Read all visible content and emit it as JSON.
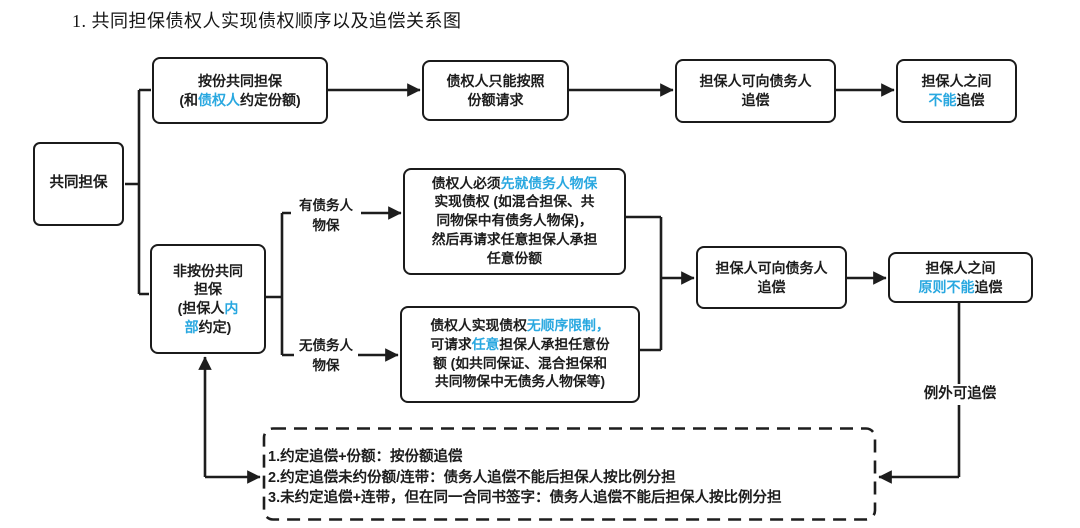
{
  "title": "1. 共同担保债权人实现债权顺序以及追偿关系图",
  "colors": {
    "accent": "#29a8e0",
    "ink": "#1c1c1c",
    "line": "#1d1d1d"
  },
  "nodes": {
    "root": {
      "lines": [
        [
          {
            "t": "共同担保"
          }
        ]
      ]
    },
    "by_share": {
      "lines": [
        [
          {
            "t": "按份共同担保"
          }
        ],
        [
          {
            "t": "(和"
          },
          {
            "t": "债权人",
            "b": 1
          },
          {
            "t": "约定份额)"
          }
        ]
      ]
    },
    "share_request": {
      "lines": [
        [
          {
            "t": "债权人只能按照"
          }
        ],
        [
          {
            "t": "份额请求"
          }
        ]
      ]
    },
    "recourse_debtor_1": {
      "lines": [
        [
          {
            "t": "担保人可向债务人"
          }
        ],
        [
          {
            "t": "追偿"
          }
        ]
      ]
    },
    "no_mutual_recourse": {
      "lines": [
        [
          {
            "t": "担保人之间"
          }
        ],
        [
          {
            "t": "不能",
            "b": 1
          },
          {
            "t": "追偿"
          }
        ]
      ]
    },
    "non_share": {
      "lines": [
        [
          {
            "t": "非按份共同"
          }
        ],
        [
          {
            "t": "担保"
          }
        ],
        [
          {
            "t": "(担保人"
          },
          {
            "t": "内",
            "b": 1
          }
        ],
        [
          {
            "t": "部",
            "b": 1
          },
          {
            "t": "约定)"
          }
        ]
      ]
    },
    "with_debtor_collateral": {
      "lines": [
        [
          {
            "t": "债权人必须"
          },
          {
            "t": "先就债务人物保",
            "b": 1
          }
        ],
        [
          {
            "t": "实现债权 (如混合担保、共"
          }
        ],
        [
          {
            "t": "同物保中有债务人物保)，"
          }
        ],
        [
          {
            "t": "然后再请求任意担保人承担"
          }
        ],
        [
          {
            "t": "任意份额"
          }
        ]
      ]
    },
    "without_debtor_collateral": {
      "lines": [
        [
          {
            "t": "债权人实现债权"
          },
          {
            "t": "无顺序限制，",
            "b": 1
          }
        ],
        [
          {
            "t": "可请求"
          },
          {
            "t": "任意",
            "b": 1
          },
          {
            "t": "担保人承担任意份"
          }
        ],
        [
          {
            "t": "额 (如共同保证、混合担保和"
          }
        ],
        [
          {
            "t": "共同物保中无债务人物保等)"
          }
        ]
      ]
    },
    "recourse_debtor_2": {
      "lines": [
        [
          {
            "t": "担保人可向债务人"
          }
        ],
        [
          {
            "t": "追偿"
          }
        ]
      ]
    },
    "principle_no_recourse": {
      "lines": [
        [
          {
            "t": "担保人之间"
          }
        ],
        [
          {
            "t": "原则不能",
            "b": 1
          },
          {
            "t": "追偿"
          }
        ]
      ]
    },
    "rules": {
      "lines": [
        [
          {
            "t": "1.约定追偿+份额：按份额追偿"
          }
        ],
        [
          {
            "t": "2.约定追偿未约份额/连带：债务人追偿不能后担保人按比例分担"
          }
        ],
        [
          {
            "t": "3.未约定追偿+连带，但在同一合同书签字：债务人追偿不能后担保人按比例分担"
          }
        ]
      ]
    },
    "label_with_collateral": {
      "lines": [
        [
          {
            "t": "有债务人"
          }
        ],
        [
          {
            "t": "物保"
          }
        ]
      ]
    },
    "label_without_collateral": {
      "lines": [
        [
          {
            "t": "无债务人"
          }
        ],
        [
          {
            "t": "物保"
          }
        ]
      ]
    },
    "label_exception": {
      "lines": [
        [
          {
            "t": "例外可追偿"
          }
        ]
      ]
    }
  }
}
